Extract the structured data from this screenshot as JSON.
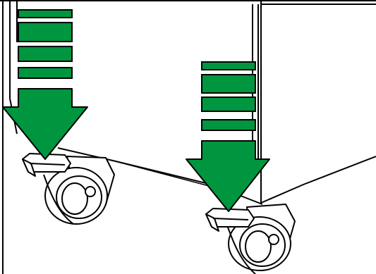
{
  "figure": {
    "subject": "cabinet-caster-brake-illustration",
    "colors": {
      "accent_green": "#00963f",
      "outline": "#000000",
      "background": "#ffffff"
    },
    "icons": [
      "press-down-arrow-icon",
      "caster-wheel-icon",
      "brake-pedal-icon"
    ],
    "casters": [
      {
        "id": "left",
        "brake": "press-down"
      },
      {
        "id": "right",
        "brake": "press-down"
      }
    ]
  }
}
